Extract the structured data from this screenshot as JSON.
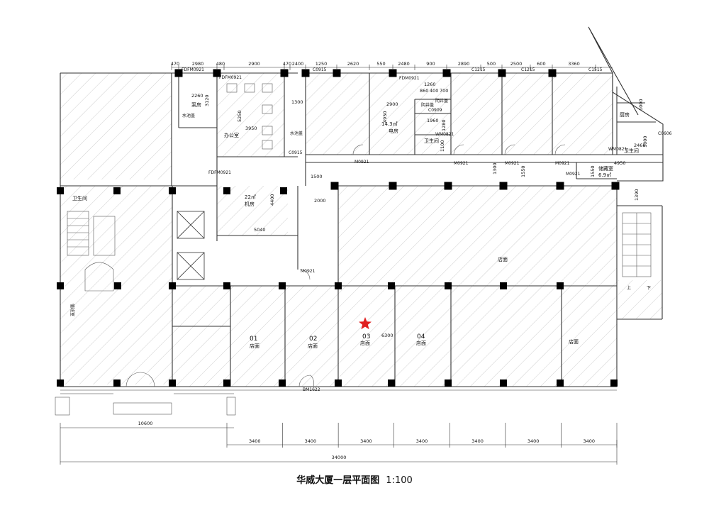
{
  "title": {
    "name": "华威大厦一层平面图",
    "scale": "1:100"
  },
  "top_dims": [
    "470",
    "2980",
    "480",
    "2900",
    "470",
    "2400",
    "1250",
    "2620",
    "550",
    "2480",
    "900",
    "2890",
    "500",
    "2500",
    "600",
    "3360"
  ],
  "bottom_dims": [
    "3400",
    "3400",
    "3400",
    "3400",
    "3400",
    "3400",
    "3400"
  ],
  "left_dim": "10600",
  "total_dim": "34000",
  "rooms": {
    "pump": "泵房",
    "office": "办公室",
    "electrical": "电房",
    "electrical_area": "14.3㎡",
    "machine": "机房",
    "machine_area": "22㎡",
    "kitchen": "厨房",
    "storage": "储藏室",
    "storage_area": "6.9㎡",
    "toilet": "卫生间",
    "shop": "店面",
    "pool": "水池盖",
    "shaft": "阴井盖",
    "duty": "值班室",
    "units": [
      "01",
      "02",
      "03",
      "04"
    ]
  },
  "inner_dims": [
    "2260",
    "3120",
    "5250",
    "3950",
    "1300",
    "2900",
    "4950",
    "1260",
    "860",
    "400",
    "700",
    "1960",
    "1280",
    "1100",
    "1500",
    "2000",
    "4400",
    "5040",
    "1300",
    "1550",
    "1550",
    "4950",
    "2466",
    "1000",
    "1000",
    "1390",
    "6300"
  ],
  "doors": [
    "FDFM0921",
    "FDFM0921",
    "FDFM0921",
    "FDM0921",
    "M0921",
    "M0921",
    "M0921",
    "M0921",
    "M0921",
    "M0921",
    "WM0821",
    "WM0821",
    "BM1622",
    "C0915",
    "C0915",
    "C1215",
    "C1215",
    "C1515",
    "C0606",
    "C0909"
  ],
  "stair_up": "上",
  "stair_down": "下",
  "marker_color": "#e02020"
}
